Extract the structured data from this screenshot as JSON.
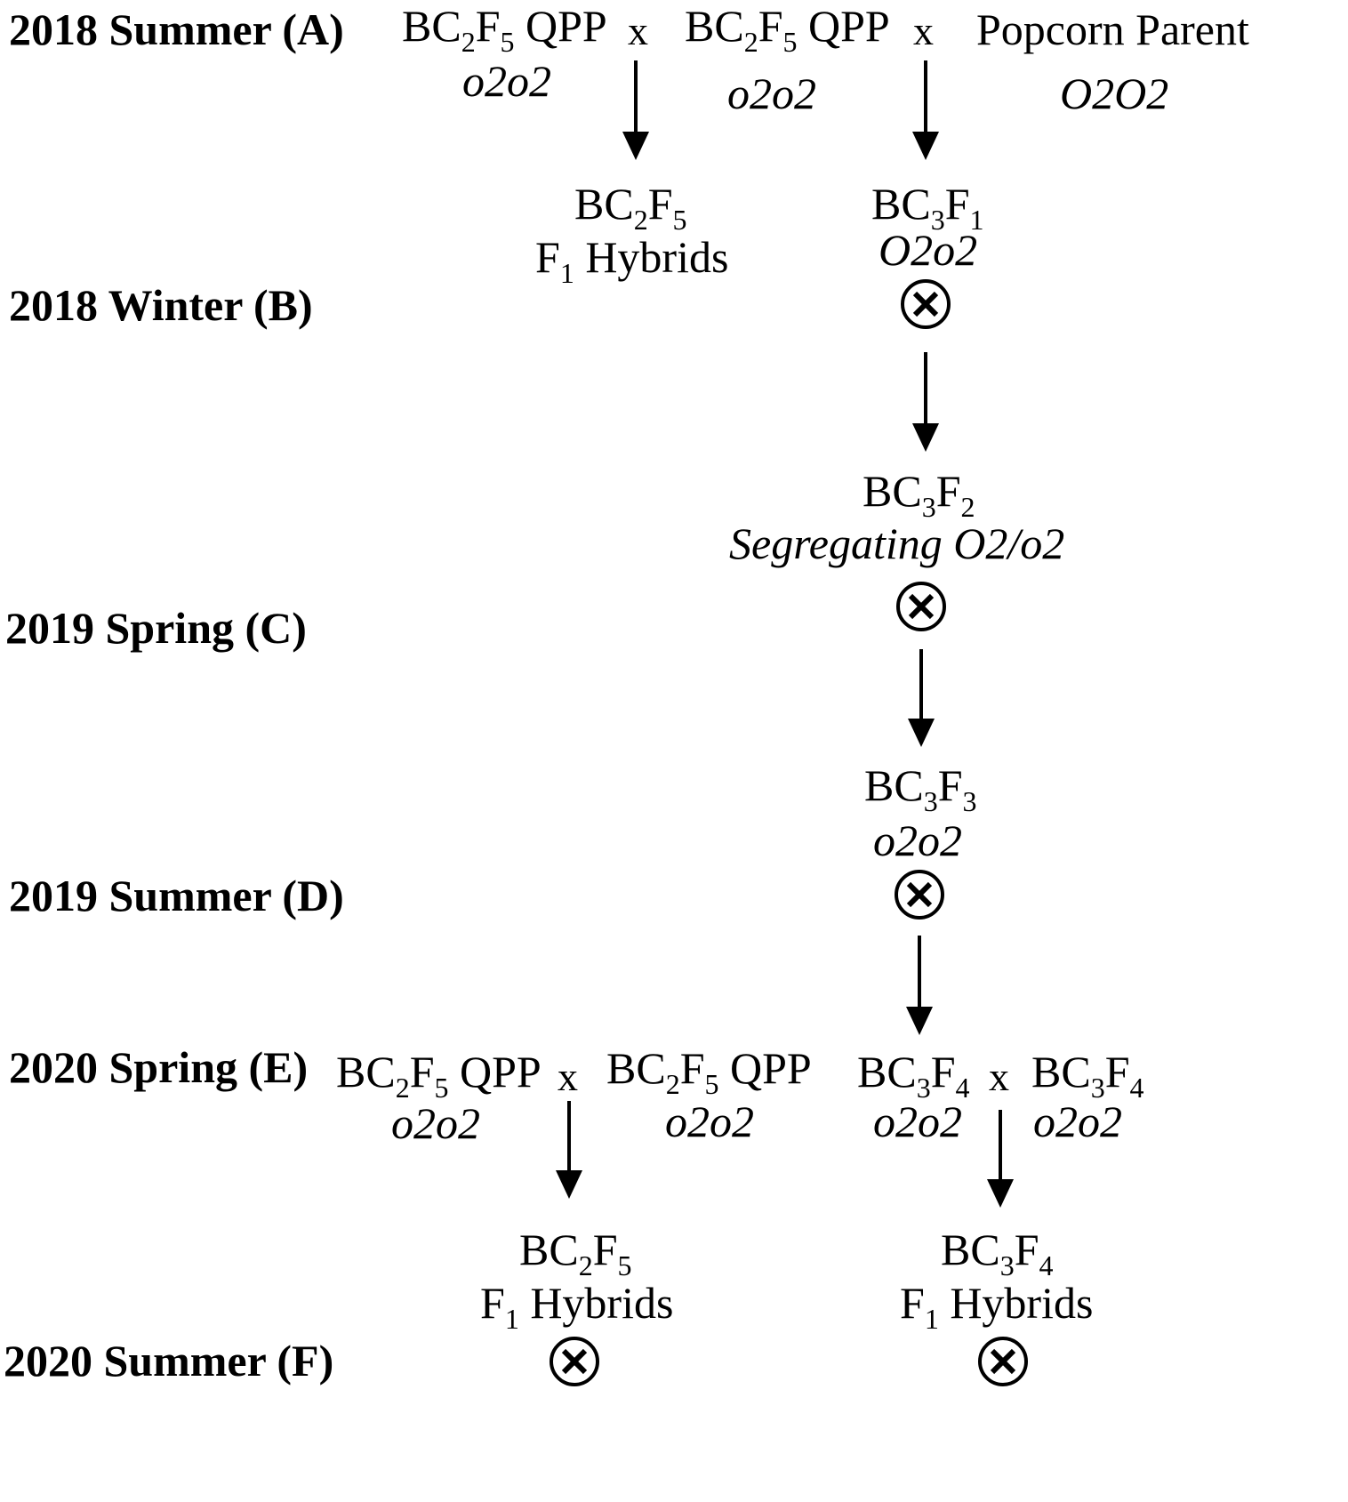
{
  "seasons": {
    "a": "2018 Summer (A)",
    "b": "2018 Winter (B)",
    "c": "2019 Spring (C)",
    "d": "2019 Summer (D)",
    "e": "2020 Spring (E)",
    "f": "2020 Summer (F)"
  },
  "row_a": {
    "p1": {
      "base": "BC",
      "s1": "2",
      "mid": "F",
      "s2": "5",
      "tail": " QPP",
      "geno": "o2o2"
    },
    "cross1": "x",
    "p2": {
      "base": "BC",
      "s1": "2",
      "mid": "F",
      "s2": "5",
      "tail": " QPP",
      "geno": "o2o2"
    },
    "cross2": "x",
    "p3": {
      "name": "Popcorn Parent",
      "geno": "O2O2"
    }
  },
  "row_b": {
    "hybrid": {
      "base": "BC",
      "s1": "2",
      "mid": "F",
      "s2": "5",
      "line2_base": "F",
      "line2_sub": "1",
      "line2_tail": " Hybrids"
    },
    "bc3f1": {
      "base": "BC",
      "s1": "3",
      "mid": "F",
      "s2": "1",
      "geno": "O2o2"
    }
  },
  "row_c": {
    "bc3f2": {
      "base": "BC",
      "s1": "3",
      "mid": "F",
      "s2": "2",
      "geno": "Segregating O2/o2"
    }
  },
  "row_d": {
    "bc3f3": {
      "base": "BC",
      "s1": "3",
      "mid": "F",
      "s2": "3",
      "geno": "o2o2"
    }
  },
  "row_e": {
    "p1": {
      "base": "BC",
      "s1": "2",
      "mid": "F",
      "s2": "5",
      "tail": " QPP",
      "geno": "o2o2"
    },
    "cross1": "x",
    "p2": {
      "base": "BC",
      "s1": "2",
      "mid": "F",
      "s2": "5",
      "tail": " QPP",
      "geno": "o2o2"
    },
    "p3": {
      "base": "BC",
      "s1": "3",
      "mid": "F",
      "s2": "4",
      "geno": "o2o2"
    },
    "cross2": "x",
    "p4": {
      "base": "BC",
      "s1": "3",
      "mid": "F",
      "s2": "4",
      "geno": "o2o2"
    }
  },
  "row_f": {
    "hybrid1": {
      "base": "BC",
      "s1": "2",
      "mid": "F",
      "s2": "5",
      "line2_base": "F",
      "line2_sub": "1",
      "line2_tail": " Hybrids"
    },
    "hybrid2": {
      "base": "BC",
      "s1": "3",
      "mid": "F",
      "s2": "4",
      "line2_base": "F",
      "line2_sub": "1",
      "line2_tail": " Hybrids"
    }
  },
  "self_symbol": "⊗"
}
